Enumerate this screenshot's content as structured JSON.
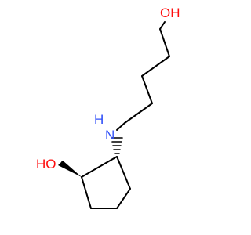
{
  "molecule": {
    "atoms": {
      "oh_top": {
        "text": "OH",
        "color": "#ff0d0d"
      },
      "nh": {
        "text": "H",
        "color": "#3050f8"
      },
      "n": {
        "text": "N",
        "color": "#3050f8"
      },
      "oh_left": {
        "text": "HO",
        "color": "#ff0d0d"
      }
    },
    "bond_color": "#000000"
  }
}
